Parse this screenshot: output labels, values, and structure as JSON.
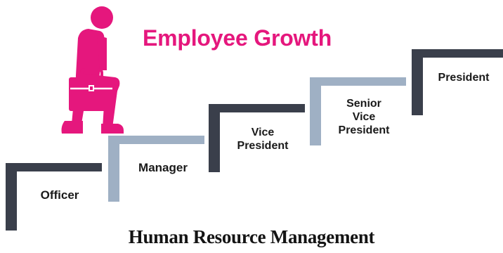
{
  "title": "Employee Growth",
  "steps": [
    {
      "lines": [
        "Officer"
      ]
    },
    {
      "lines": [
        "Manager"
      ]
    },
    {
      "lines": [
        "Vice",
        "President"
      ]
    },
    {
      "lines": [
        "Senior",
        "Vice",
        "President"
      ]
    },
    {
      "lines": [
        "President"
      ]
    }
  ],
  "footer": "Human Resource Management",
  "colors": {
    "accent": "#e5177d",
    "step_dark": "#3a3f4b",
    "step_light": "#9fb0c4"
  },
  "icons": [
    "climbing-person-icon",
    "briefcase-icon"
  ]
}
